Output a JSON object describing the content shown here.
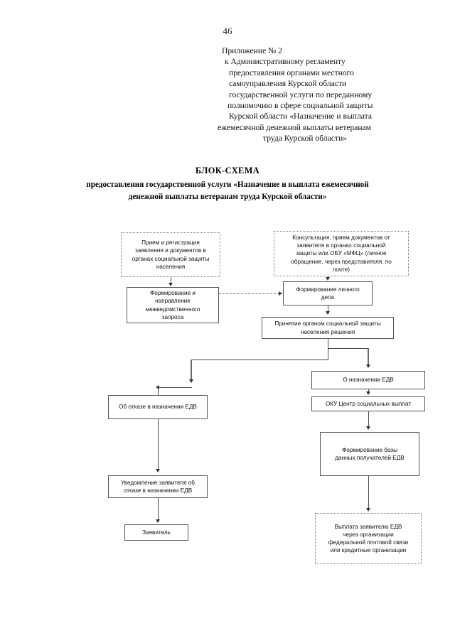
{
  "document": {
    "page_number": "46",
    "appendix": {
      "lines": [
        "Приложение № 2",
        "к Административному регламенту",
        "предоставления органами местного",
        "самоуправления Курской области",
        "государственной услуги по переданному",
        "полномочию в сфере социальной защиты",
        "Курской области  «Назначение и  выплата",
        "ежемесячной  денежной выплаты ветеранам",
        "труда Курской области»"
      ]
    },
    "title": {
      "heading": "БЛОК-СХЕМА",
      "subtitle_line1": "предоставления государственной услуги «Назначение и    выплата ежемесячной",
      "subtitle_line2": "денежной выплаты  ветеранам труда Курской области»"
    }
  },
  "chart_data": {
    "type": "diagram",
    "title": "БЛОК-СХЕМА предоставления государственной услуги «Назначение и выплата ежемесячной денежной выплаты ветеранам труда Курской области»",
    "nodes": [
      {
        "id": "n1",
        "label": "Прием и регистрация заявления и  документов  в органах социальной защиты населения",
        "lines": [
          "Прием и регистрация",
          "заявления и  документов  в",
          "органах социальной защиты",
          "населения"
        ],
        "border": "dotted"
      },
      {
        "id": "n2",
        "label": "Консультация, прием документов от заявителя в органах социальной защиты или ОБУ «МФЦ» (личное обращение, через представителя, по почте)",
        "lines": [
          "Консультация, прием документов от",
          "заявителя в органах социальной",
          "защиты или ОБУ «МФЦ» (личное",
          "обращение, через представителя, по",
          "почте)"
        ],
        "border": "dotted"
      },
      {
        "id": "n3",
        "label": "Формирование и направление межведомственного запроса",
        "lines": [
          "Формирование и",
          "направление",
          "межведомственного",
          "запроса"
        ],
        "border": "solid"
      },
      {
        "id": "n4",
        "label": "Формирование личного дела",
        "lines": [
          "Формирование личного",
          "дела"
        ],
        "border": "solid"
      },
      {
        "id": "n5",
        "label": "Принятие органом социальной защиты населения решения",
        "lines": [
          "Принятие органом социальной защиты",
          "населения решения"
        ],
        "border": "solid"
      },
      {
        "id": "n6",
        "label": "О назначении ЕДВ",
        "lines": [
          "О назначении ЕДВ"
        ],
        "border": "solid"
      },
      {
        "id": "n7",
        "label": "Об отказе в назначении ЕДВ",
        "lines": [
          "Об отказе в назначении ЕДВ"
        ],
        "border": "solid"
      },
      {
        "id": "n8",
        "label": "ОКУ Центр социальных выплат",
        "lines": [
          "ОКУ Центр социальных выплат"
        ],
        "border": "solid"
      },
      {
        "id": "n9",
        "label": "Уведомление заявителя об отказе в назначении ЕДВ",
        "lines": [
          "Уведомление заявителя об",
          "отказе в назначении ЕДВ"
        ],
        "border": "solid"
      },
      {
        "id": "n10",
        "label": "Формирование базы данных получателей ЕДВ",
        "lines": [
          "Формирование базы",
          "данных получателей ЕДВ"
        ],
        "border": "solid"
      },
      {
        "id": "n11",
        "label": "Заявитель",
        "lines": [
          "Заявитель"
        ],
        "border": "solid"
      },
      {
        "id": "n12",
        "label": "Выплата заявителю ЕДВ через организации федеральной почтовой связи или кредитные организации",
        "lines": [
          "Выплата заявителю ЕДВ",
          "через организации",
          "федеральной почтовой связи",
          "или кредитные организации"
        ],
        "border": "dotted"
      }
    ],
    "edges": [
      {
        "from": "n1",
        "to": "n3",
        "style": "arrow-down"
      },
      {
        "from": "n2",
        "to": "n4",
        "style": "arrow-down"
      },
      {
        "from": "n3",
        "to": "n4",
        "style": "arrow-right-dashed"
      },
      {
        "from": "n4",
        "to": "n5",
        "style": "arrow-down"
      },
      {
        "from": "n5",
        "to": "n7",
        "style": "elbow-left-down"
      },
      {
        "from": "n5",
        "to": "n6",
        "style": "elbow-right-down"
      },
      {
        "from": "n6",
        "to": "n8",
        "style": "arrow-down"
      },
      {
        "from": "n7",
        "to": "n9",
        "style": "arrow-down"
      },
      {
        "from": "n8",
        "to": "n10",
        "style": "arrow-down"
      },
      {
        "from": "n9",
        "to": "n11",
        "style": "arrow-down"
      },
      {
        "from": "n10",
        "to": "n12",
        "style": "arrow-down"
      }
    ]
  }
}
